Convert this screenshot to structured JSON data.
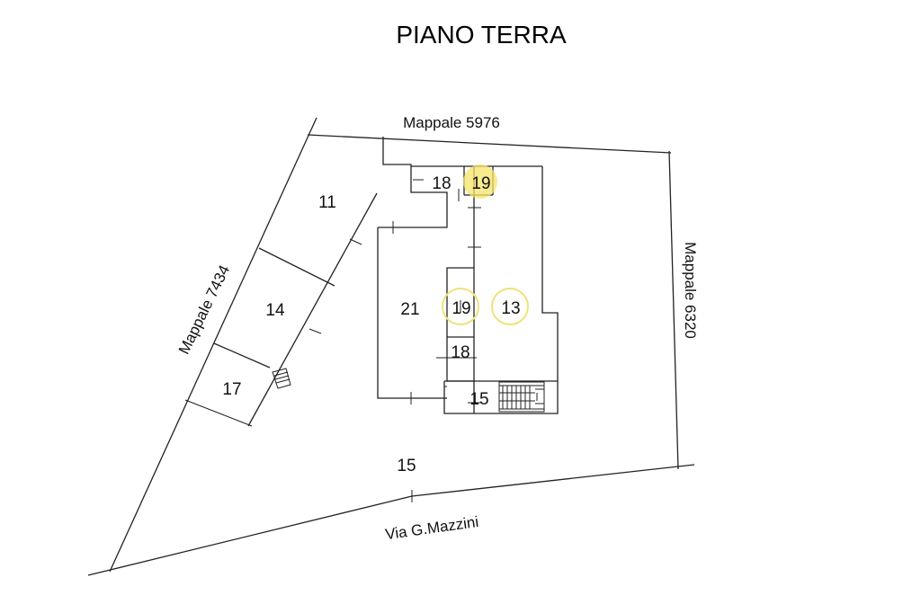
{
  "title": "PIANO TERRA",
  "neighbors": {
    "north": "Mappale 5976",
    "east": "Mappale 6320",
    "west": "Mappale 7434",
    "south": "Via G.Mazzini"
  },
  "rooms": {
    "r11": "11",
    "r14": "14",
    "r17": "17",
    "r21": "21",
    "r18_top": "18",
    "r19_top": "19",
    "r19_mid": "19",
    "r13": "13",
    "r18_mid": "18",
    "r15_inner": "15",
    "r15_yard": "15"
  },
  "colors": {
    "line": "#222222",
    "highlight_fill": "#f5e36a",
    "highlight_ring": "#f0e27a"
  }
}
